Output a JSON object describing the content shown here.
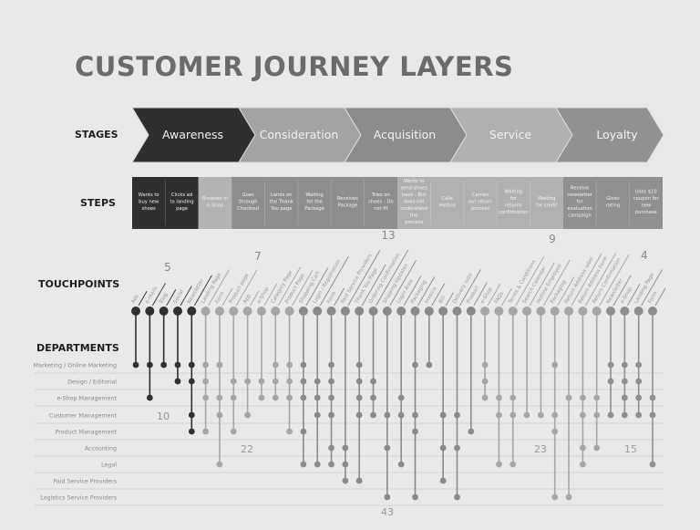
{
  "title": "CUSTOMER JOURNEY LAYERS",
  "row_labels": {
    "stages": "STAGES",
    "steps": "STEPS",
    "touchpoints": "TOUCHPOINTS",
    "departments": "DEPARTMENTS"
  },
  "colors": {
    "background": "#e9e9e9",
    "awareness": "#2f2f2f",
    "consideration": "#a3a3a3",
    "acquisition": "#8b8b8b",
    "service": "#b0b0b0",
    "loyalty": "#929292"
  },
  "stages": [
    {
      "label": "Awareness",
      "color": "#2f2f2f",
      "touchpoint_count": "5",
      "department_count": "10",
      "steps": [
        "Wants to buy new shoes",
        "Clicks ad to landing page"
      ],
      "touchpoints": [
        "Ads",
        "e-mails",
        "Blog",
        "Social",
        "Newsletter"
      ]
    },
    {
      "label": "Consideration",
      "color": "#a3a3a3",
      "touchpoint_count": "7",
      "department_count": "22",
      "steps": [
        "Browses in e-Shop"
      ],
      "touchpoints": [
        "Landing Page",
        "Form",
        "Product page",
        "App",
        "e-Shop",
        "Category Page",
        "Product Page"
      ]
    },
    {
      "label": "Acquisition",
      "color": "#8b8b8b",
      "touchpoint_count": "13",
      "department_count": "43",
      "steps": [
        "Goes through Checkout",
        "Lands on the Thank You page",
        "Waiting for the Package",
        "Receives Package",
        "Tries on shoes - Do not fit"
      ],
      "touchpoints": [
        "Shopping Cart",
        "Login / Registration",
        "Form",
        "Paid Service Providers",
        "Thank You Page",
        "Ordering Confirmation",
        "Shipping Updates",
        "Login Area",
        "Packaging",
        "Invoice",
        "Bill",
        "Delivery note",
        "Product"
      ]
    },
    {
      "label": "Service",
      "color": "#b0b0b0",
      "touchpoint_count": "9",
      "department_count": "23",
      "steps": [
        "Wants to send shoes back - But does not understand the process",
        "Calls Hotline",
        "Carries out return process",
        "Waiting for returns confirmation",
        "Waiting for credit"
      ],
      "touchpoints": [
        "e-Shop",
        "FAQs",
        "Terms & Conditions",
        "Search Calendar",
        "Hotline Employee",
        "Packaging",
        "Return Address label",
        "Return Address Form",
        "Return Confirmation"
      ]
    },
    {
      "label": "Loyalty",
      "color": "#929292",
      "touchpoint_count": "4",
      "department_count": "15",
      "steps": [
        "Receive newsletter for evaluation campaign",
        "Gives rating",
        "Uses $10 coupon for new purchase"
      ],
      "touchpoints": [
        "Newsletter",
        "e-Shop",
        "Landing Page",
        "Form"
      ]
    }
  ],
  "departments": [
    "Marketing / Online Marketing",
    "Design / Editorial",
    "e-Shop Management",
    "Customer Management",
    "Product Management",
    "Accounting",
    "Legal",
    "Paid Service Providers",
    "Logistics Service Providers"
  ],
  "connections": [
    [
      0
    ],
    [
      0,
      2
    ],
    [
      0
    ],
    [
      0,
      1
    ],
    [
      0,
      1,
      3,
      4
    ],
    [
      0,
      1,
      2,
      4
    ],
    [
      0,
      2,
      3,
      6
    ],
    [
      1,
      2,
      4
    ],
    [
      1,
      3
    ],
    [
      1,
      2
    ],
    [
      0,
      1,
      2
    ],
    [
      0,
      1,
      2,
      4
    ],
    [
      0,
      1,
      2,
      4,
      6
    ],
    [
      1,
      2,
      3,
      6
    ],
    [
      0,
      1,
      2,
      3,
      5,
      6
    ],
    [
      5,
      6,
      7
    ],
    [
      0,
      1,
      2,
      3,
      7
    ],
    [
      1,
      2,
      3
    ],
    [
      3,
      5,
      8
    ],
    [
      2,
      3,
      6
    ],
    [
      0,
      3,
      4,
      8
    ],
    [
      0
    ],
    [
      3,
      5,
      7
    ],
    [
      3,
      5,
      8
    ],
    [
      4
    ],
    [
      0,
      1,
      2
    ],
    [
      2,
      3,
      6
    ],
    [
      2,
      3,
      6
    ],
    [
      3
    ],
    [
      3
    ],
    [
      0,
      3,
      4,
      8
    ],
    [
      2,
      8
    ],
    [
      2,
      3,
      5,
      6
    ],
    [
      2,
      3,
      5
    ],
    [
      0,
      1,
      3
    ],
    [
      0,
      1,
      2,
      3
    ],
    [
      0,
      1,
      2,
      3
    ],
    [
      2,
      3,
      6
    ]
  ]
}
